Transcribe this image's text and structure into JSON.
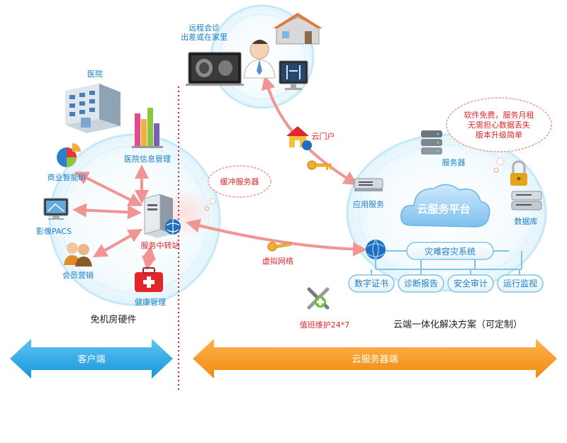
{
  "colors": {
    "client_arrow": "#29a9e6",
    "server_arrow": "#f7941d",
    "label_blue": "#1a7fc9",
    "label_red": "#e1262b",
    "divider_red": "#d2232a",
    "connector_pink": "#f19494",
    "circle_stroke": "#b9e4f5",
    "circle_fill": "#eef8fd",
    "box_stroke": "#7fc3ea"
  },
  "remote": {
    "caption_line1": "远程会诊",
    "caption_line2": "出差或在家里"
  },
  "client": {
    "hospital": "医院",
    "his": "医院信息管理",
    "bi": "商业智能BI",
    "pacs": "影像PACS",
    "relay": "服务中转站",
    "member": "会员营销",
    "health": "健康管理",
    "hardware_caption": "免机房硬件",
    "arrow_label": "客户端"
  },
  "middle": {
    "cache_server": "缓冲服务器",
    "portal": "云门户",
    "vpn": "虚拟网络",
    "duty": "值班维护24*7"
  },
  "cloud": {
    "bubble_line1": "软件免费，服务月租",
    "bubble_line2": "无需担心数据丢失",
    "bubble_line3": "版本升级简单",
    "server": "服务器",
    "app_service": "应用服务",
    "platform": "云服务平台",
    "database": "数据库",
    "disaster": "灾难容灾系统",
    "modules": [
      "数字证书",
      "诊断报告",
      "安全审计",
      "运行监视"
    ],
    "solution_caption": "云端一体化解决方案（可定制）",
    "arrow_label": "云服务器端"
  }
}
